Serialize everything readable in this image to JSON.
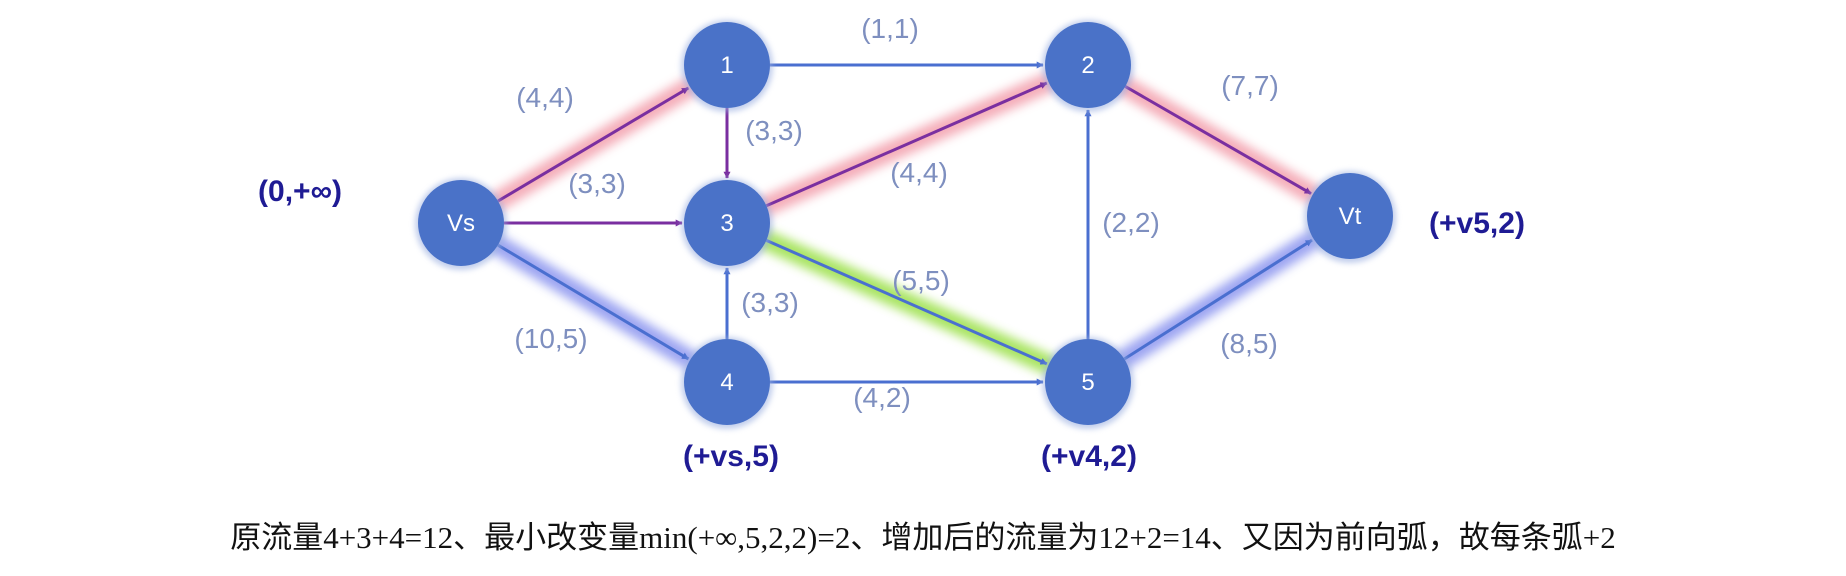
{
  "colors": {
    "node": "#4a72c8",
    "edge_blue": "#4a6fd0",
    "edge_purple": "#7a2fa0",
    "glow_red": "#f3a0ad",
    "glow_yellow": "#f7f04a",
    "glow_blue": "#8c95ef",
    "glow_green": "#9be04a",
    "mark": "#1f1b94",
    "edge_label": "#7e8fbf"
  },
  "nodes": [
    {
      "id": "vs",
      "label": "Vs"
    },
    {
      "id": "n1",
      "label": "1"
    },
    {
      "id": "n2",
      "label": "2"
    },
    {
      "id": "n3",
      "label": "3"
    },
    {
      "id": "n4",
      "label": "4"
    },
    {
      "id": "n5",
      "label": "5"
    },
    {
      "id": "vt",
      "label": "Vt"
    }
  ],
  "edges": [
    {
      "id": "vs-1",
      "from": "vs",
      "to": "n1",
      "label": "(4,4)",
      "color": "purple",
      "glow": "red"
    },
    {
      "id": "1-2",
      "from": "n1",
      "to": "n2",
      "label": "(1,1)",
      "color": "blue",
      "glow": null
    },
    {
      "id": "1-3",
      "from": "n1",
      "to": "n3",
      "label": "(3,3)",
      "color": "purple",
      "glow": "red"
    },
    {
      "id": "vs-3",
      "from": "vs",
      "to": "n3",
      "label": "(3,3)",
      "color": "purple",
      "glow": "yellow"
    },
    {
      "id": "3-2",
      "from": "n3",
      "to": "n2",
      "label": "(4,4)",
      "color": "purple",
      "glow": "red"
    },
    {
      "id": "2-vt",
      "from": "n2",
      "to": "vt",
      "label": "(7,7)",
      "color": "purple",
      "glow": "red"
    },
    {
      "id": "vs-4",
      "from": "vs",
      "to": "n4",
      "label": "(10,5)",
      "color": "blue",
      "glow": "blue"
    },
    {
      "id": "4-3",
      "from": "n4",
      "to": "n3",
      "label": "(3,3)",
      "color": "blue",
      "glow": "green"
    },
    {
      "id": "3-5",
      "from": "n3",
      "to": "n5",
      "label": "(5,5)",
      "color": "blue",
      "glow": "green"
    },
    {
      "id": "4-5",
      "from": "n4",
      "to": "n5",
      "label": "(4,2)",
      "color": "blue",
      "glow": "blue"
    },
    {
      "id": "5-2",
      "from": "n5",
      "to": "n2",
      "label": "(2,2)",
      "color": "blue",
      "glow": null
    },
    {
      "id": "5-vt",
      "from": "n5",
      "to": "vt",
      "label": "(8,5)",
      "color": "blue",
      "glow": "blue"
    }
  ],
  "node_marks": {
    "vs": "(0,+∞)",
    "n4": "(+vs,5)",
    "n5": "(+v4,2)",
    "vt": "(+v5,2)"
  },
  "caption": "原流量4+3+4=12、最小改变量min(+∞,5,2,2)=2、增加后的流量为12+2=14、又因为前向弧，故每条弧+2"
}
